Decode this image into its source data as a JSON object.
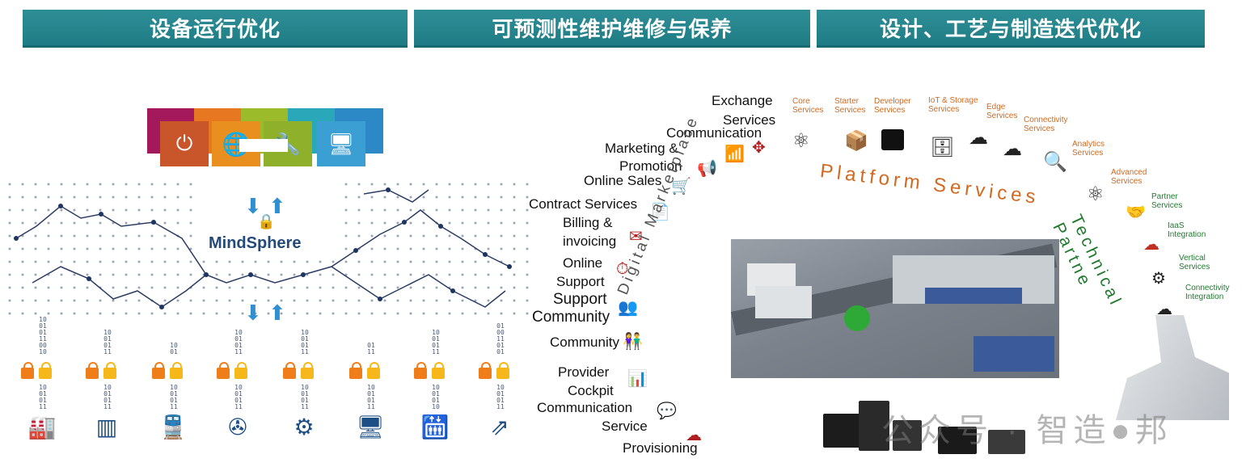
{
  "headers": {
    "h1": "设备运行优化",
    "h2": "可预测性维护维修与保养",
    "h3": "设计、工艺与制造迭代优化"
  },
  "mindsphere": {
    "label": "MindSphere",
    "bit_columns": [
      [
        "10",
        "01",
        "01",
        "11",
        "00",
        "10"
      ],
      [
        "10",
        "01",
        "01",
        "11"
      ],
      [
        "10",
        "01"
      ],
      [
        "10",
        "01",
        "01",
        "11"
      ],
      [
        "10",
        "01",
        "01",
        "11"
      ],
      [
        "01",
        "11"
      ],
      [
        "10",
        "01",
        "01",
        "11"
      ],
      [
        "01",
        "00",
        "11",
        "01",
        "01"
      ]
    ],
    "bit_columns_lower": [
      [
        "10",
        "01",
        "01",
        "11"
      ],
      [
        "10",
        "01",
        "01",
        "11"
      ],
      [
        "10",
        "01",
        "01",
        "11"
      ],
      [
        "10",
        "01",
        "01",
        "11"
      ],
      [
        "10",
        "01",
        "01",
        "11"
      ],
      [
        "10",
        "01",
        "01",
        "11"
      ],
      [
        "10",
        "01",
        "01",
        "10"
      ],
      [
        "10",
        "01",
        "01",
        "11"
      ]
    ],
    "bottom_icons": [
      "factory-icon",
      "cabinet-icon",
      "train-icon",
      "wind-turbine-icon",
      "gears-icon",
      "monitor-icon",
      "elevator-icon",
      "escalator-icon"
    ]
  },
  "digital_marketplace": {
    "arc_label": "Digital Marketplace",
    "items": [
      "Exchange",
      "Services",
      "Communication",
      "Marketing &",
      "Promotion",
      "Online Sales",
      "Contract Services",
      "Billing &",
      "invoicing",
      "Online",
      "Support",
      "Support",
      "Community",
      "Community",
      "Provider",
      "Cockpit",
      "Communication",
      "Service",
      "Provisioning"
    ]
  },
  "platform_services": {
    "arc_label": "Platform Services",
    "items": [
      [
        "Core",
        "Services"
      ],
      [
        "Starter",
        "Services"
      ],
      [
        "Developer",
        "Services"
      ],
      [
        "IoT & Storage",
        "Services"
      ],
      [
        "Edge",
        "Services"
      ],
      [
        "Connectivity",
        "Services"
      ],
      [
        "Analytics",
        "Services"
      ],
      [
        "Advanced",
        "Services"
      ]
    ]
  },
  "technical_partner": {
    "arc_label": "Technical Partne",
    "items": [
      [
        "Partner",
        "Services"
      ],
      [
        "IaaS",
        "Integration"
      ],
      [
        "Vertical",
        "Services"
      ],
      [
        "Connectivity",
        "Integration"
      ]
    ]
  },
  "watermark": "公众号 · 智造●邦",
  "colors": {
    "banner": "#1f7c85",
    "orange": "#d2691e",
    "green": "#1f7a2e",
    "navy": "#244a7a"
  }
}
